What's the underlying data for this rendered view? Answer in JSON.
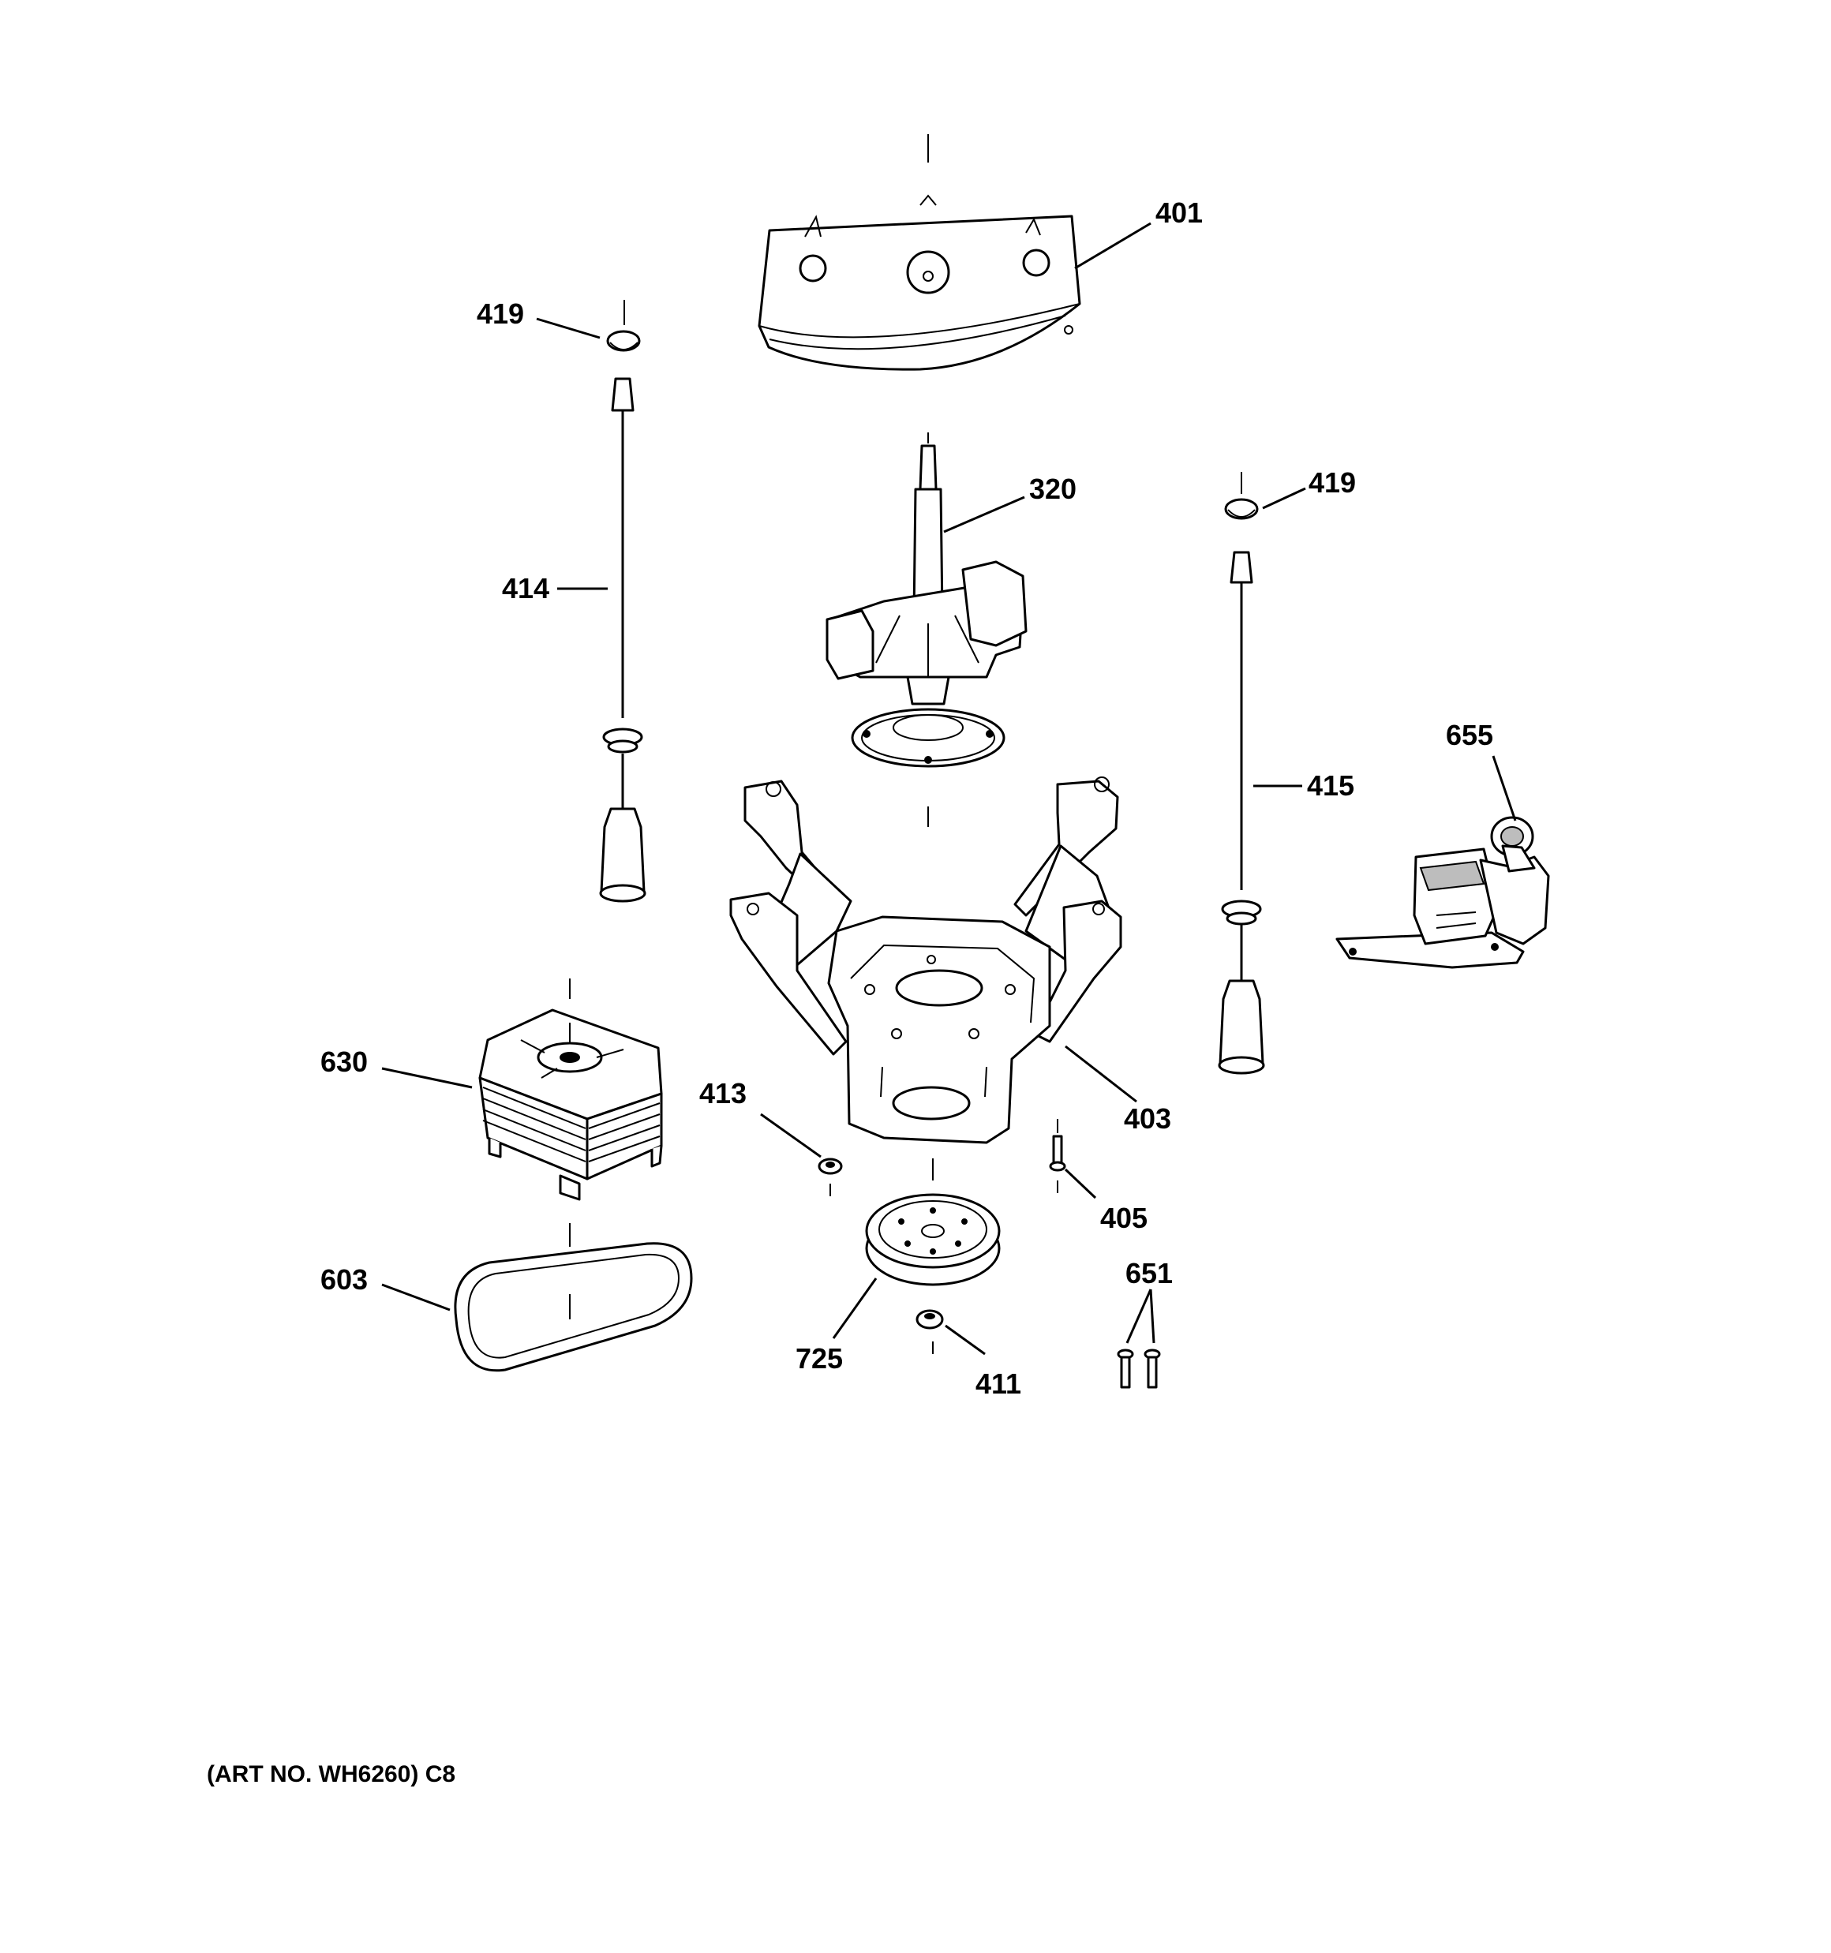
{
  "diagram": {
    "callouts": [
      {
        "id": "c401",
        "text": "401"
      },
      {
        "id": "c419a",
        "text": "419"
      },
      {
        "id": "c320",
        "text": "320"
      },
      {
        "id": "c419b",
        "text": "419"
      },
      {
        "id": "c414",
        "text": "414"
      },
      {
        "id": "c655",
        "text": "655"
      },
      {
        "id": "c415",
        "text": "415"
      },
      {
        "id": "c630",
        "text": "630"
      },
      {
        "id": "c413",
        "text": "413"
      },
      {
        "id": "c403",
        "text": "403"
      },
      {
        "id": "c405",
        "text": "405"
      },
      {
        "id": "c603",
        "text": "603"
      },
      {
        "id": "c651",
        "text": "651"
      },
      {
        "id": "c725",
        "text": "725"
      },
      {
        "id": "c411",
        "text": "411"
      }
    ],
    "art_number": "(ART NO. WH6260) C8"
  }
}
